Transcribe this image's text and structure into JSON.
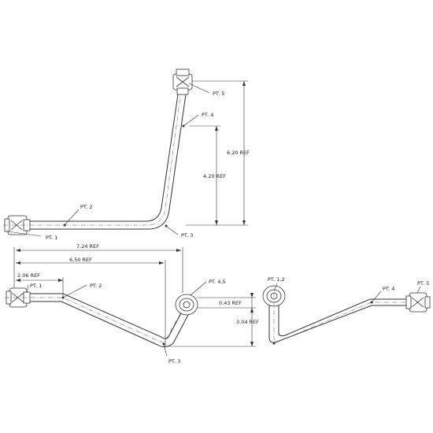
{
  "labels": {
    "top_pt1": "PT. 1",
    "top_pt2": "PT. 2",
    "top_pt3": "PT. 3",
    "top_pt4": "PT. 4",
    "top_pt5": "PT. 5",
    "dim_620": "6.20 REF",
    "dim_420": "4.20 REF",
    "dim_724": "7.24 REF",
    "dim_650": "6.50 REF",
    "dim_206": "2.06 REF",
    "front_pt1": "PT. 1",
    "front_pt2": "PT. 2",
    "front_pt3": "PT. 3",
    "front_pt45": "PT. 4,5",
    "dim_043": "0.43 REF",
    "dim_304": "3.04 REF",
    "side_pt12": "PT. 1,2",
    "side_pt4": "PT. 4",
    "side_pt5": "PT. 5"
  }
}
